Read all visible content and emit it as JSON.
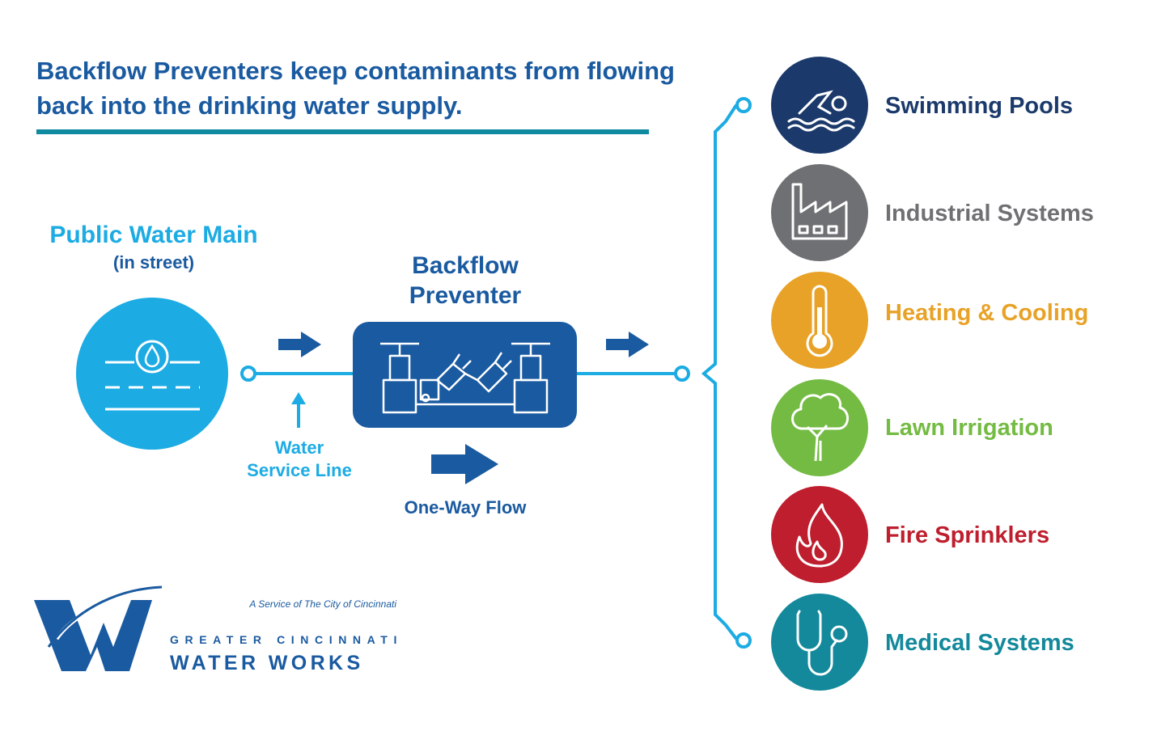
{
  "title": "Backflow Preventers keep contaminants from flowing back into the drinking water supply.",
  "main": {
    "label": "Public Water Main",
    "sublabel": "(in street)"
  },
  "preventer": {
    "label_line1": "Backflow",
    "label_line2": "Preventer"
  },
  "service_line": {
    "label_line1": "Water",
    "label_line2": "Service Line"
  },
  "flow_label": "One-Way Flow",
  "categories": [
    {
      "label": "Swimming Pools",
      "icon": "swimmer-icon",
      "color": "#1b3a6b",
      "text_color": "#1b3a6b"
    },
    {
      "label": "Industrial Systems",
      "icon": "factory-icon",
      "color": "#6f7073",
      "text_color": "#6f7073"
    },
    {
      "label": "Heating & Cooling",
      "icon": "thermometer-icon",
      "color": "#e8a227",
      "text_color": "#e8a227"
    },
    {
      "label": "Lawn Irrigation",
      "icon": "tree-icon",
      "color": "#74bb43",
      "text_color": "#74bb43"
    },
    {
      "label": "Fire Sprinklers",
      "icon": "flame-icon",
      "color": "#be1e2d",
      "text_color": "#be1e2d"
    },
    {
      "label": "Medical Systems",
      "icon": "stethoscope-icon",
      "color": "#13899b",
      "text_color": "#13899b"
    }
  ],
  "branding": {
    "service_line": "A Service of The City of Cincinnati",
    "org_line1": "GREATER CINCINNATI",
    "org_line2": "WATER WORKS",
    "logo_letter": "W"
  },
  "colors": {
    "navy": "#1a5aa0",
    "light_blue": "#1cabe3",
    "teal_rule": "#0f8aa0",
    "preventer_box": "#1a5aa0"
  }
}
